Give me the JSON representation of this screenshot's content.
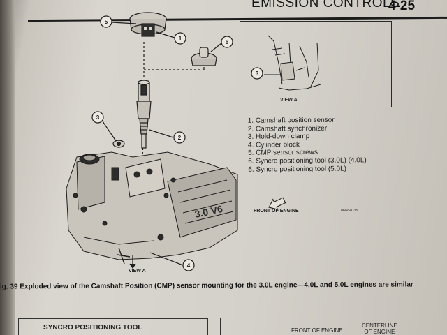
{
  "header": {
    "title": "EMISSION CONTROLS",
    "page_number": "4-25"
  },
  "figure": {
    "callouts": [
      "1",
      "2",
      "3",
      "4",
      "5",
      "6"
    ],
    "inset_callout": "3",
    "view_label_inset": "VIEW A",
    "view_label_main": "VIEW A",
    "front_of_engine": "FRONT OF ENGINE",
    "figure_code": "86684035"
  },
  "legend": {
    "items": [
      "1.  Camshaft position sensor",
      "2.  Camshaft synchronizer",
      "3.  Hold-down clamp",
      "4.  Cylinder block",
      "5.  CMP sensor screws",
      "6.  Syncro positioning tool (3.0L) (4.0L)",
      "6.  Syncro positioning tool (5.0L)"
    ]
  },
  "caption": "ig. 39 Exploded view of the Camshaft Position (CMP) sensor mounting for the 3.0L engine—4.0L and 5.0L engines are similar",
  "bottom": {
    "left_label": "SYNCRO POSITIONING TOOL",
    "front_of_engine": "FRONT OF ENGINE",
    "centerline_line1": "CENTERLINE",
    "centerline_line2": "OF ENGINE"
  }
}
